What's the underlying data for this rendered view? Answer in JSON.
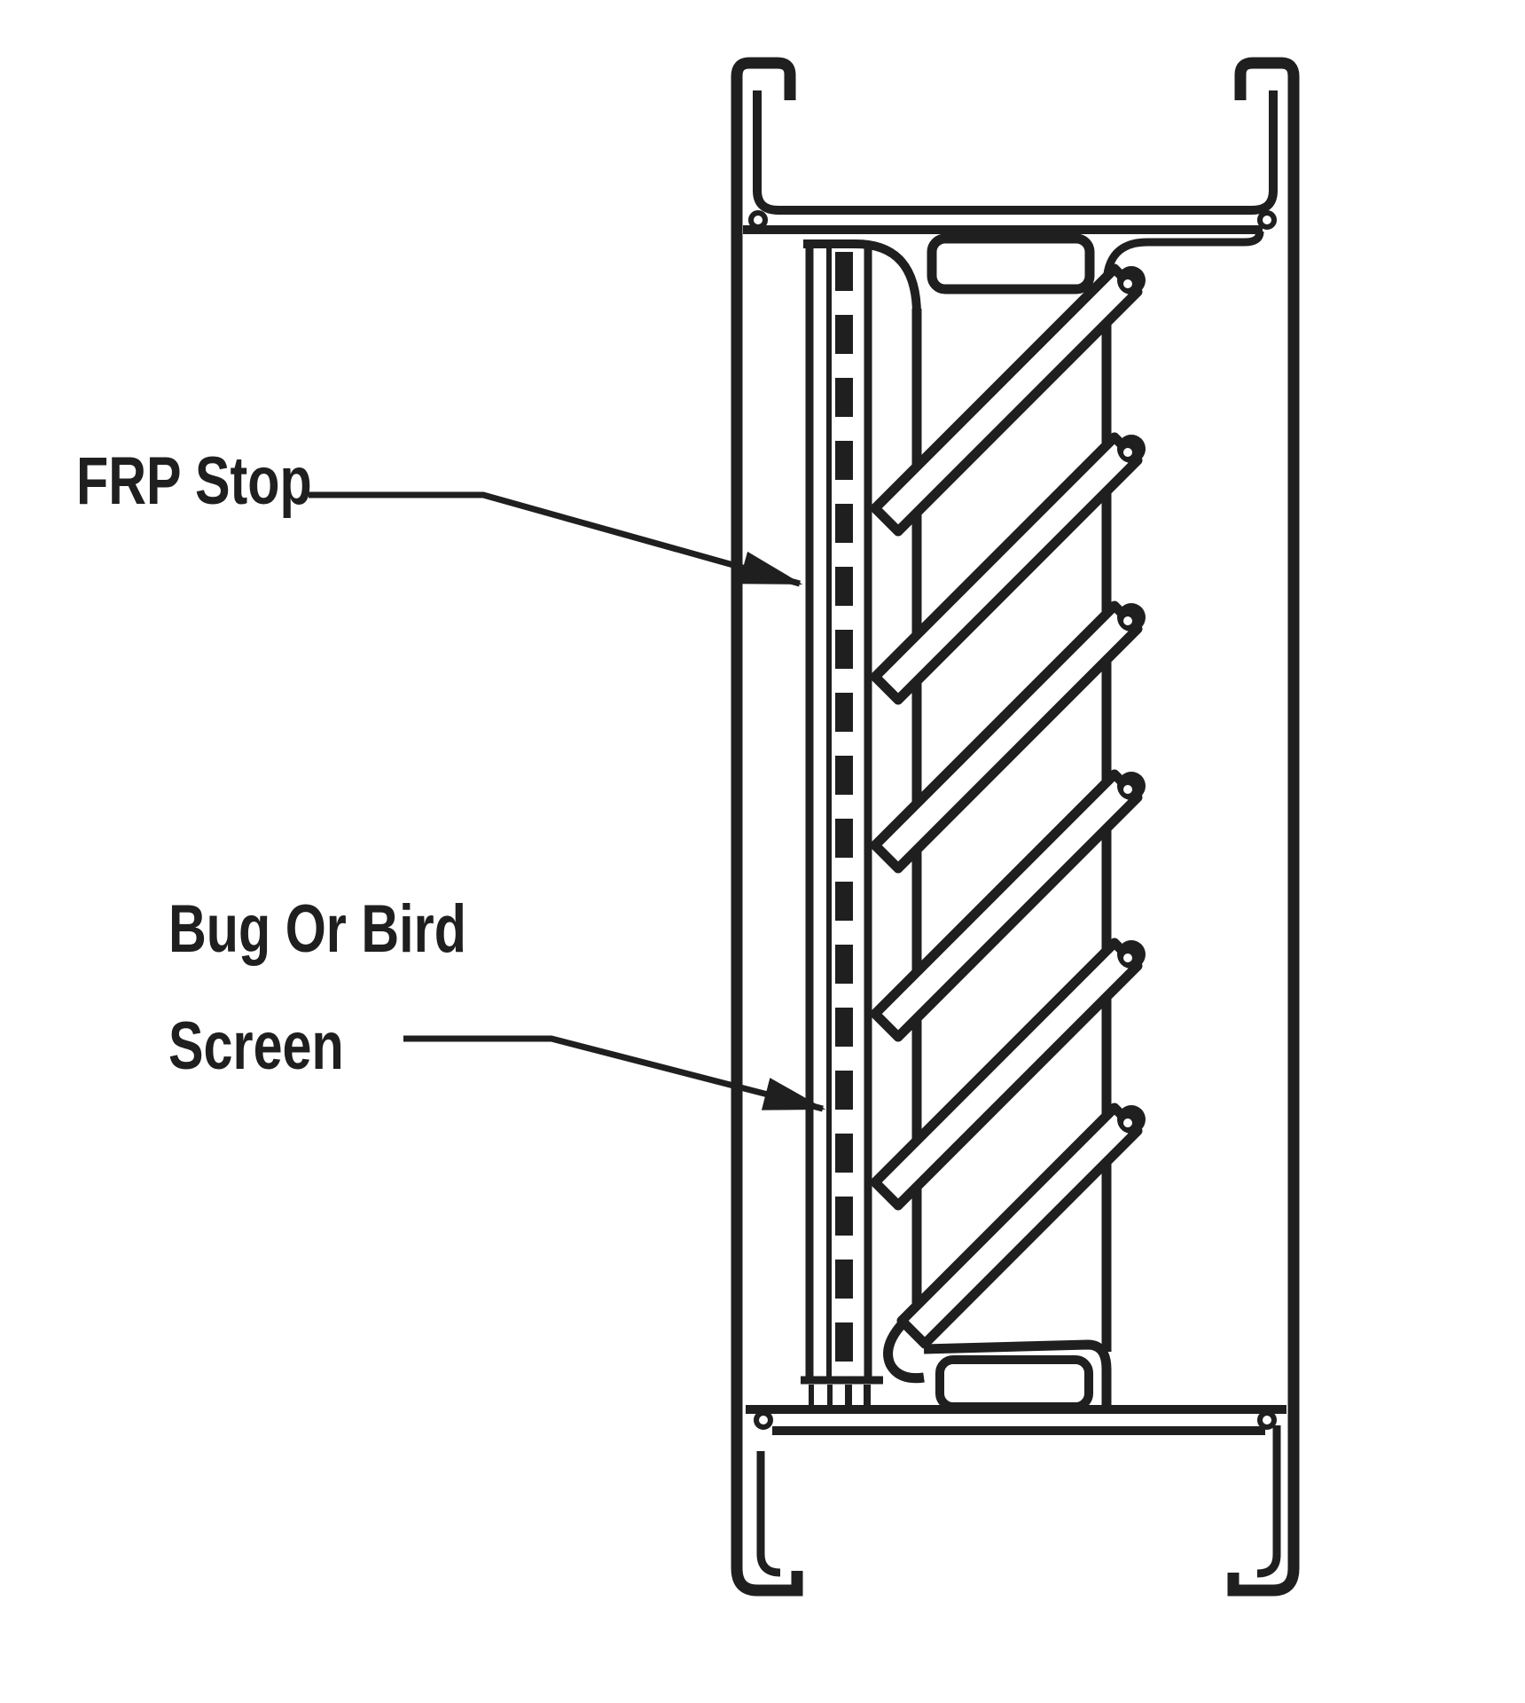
{
  "diagram": {
    "type": "technical-line-drawing",
    "labels": {
      "frp_stop": "FRP Stop",
      "screen_line1": "Bug Or Bird",
      "screen_line2": "Screen"
    },
    "colors": {
      "ink": "#1f1f1f",
      "background": "#ffffff"
    }
  }
}
